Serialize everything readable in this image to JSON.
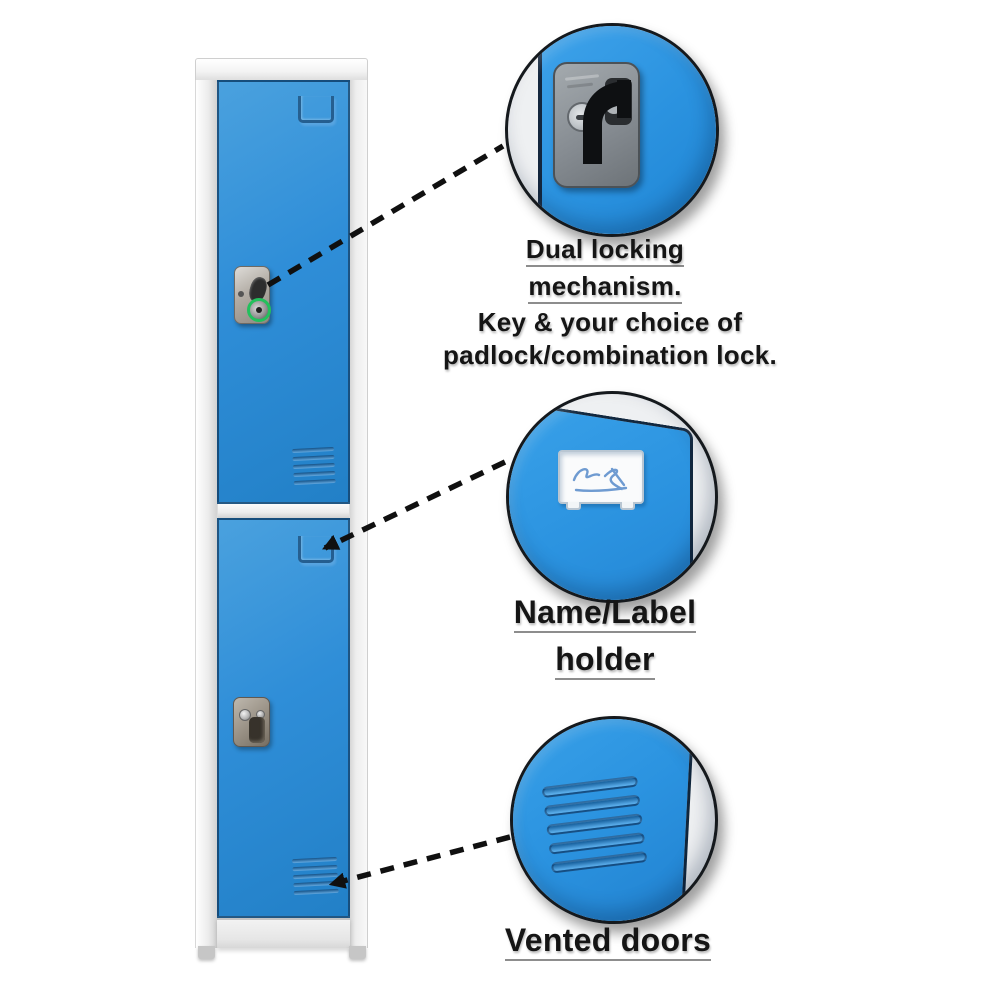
{
  "callouts": {
    "lock": {
      "title_line1": "Dual locking",
      "title_line2": "mechanism.",
      "note_line1": "Key & your choice of",
      "note_line2": "padlock/combination lock."
    },
    "label_holder": {
      "title_line1": "Name/Label",
      "title_line2": "holder"
    },
    "vents": {
      "title_line1": "Vented doors"
    }
  },
  "colors": {
    "door_blue": "#2e8fd6",
    "callout_circle_blue": "#2d9be5",
    "frame_gray": "#f2f2f2",
    "circle_outline": "#15191d",
    "arrow_black": "#101010",
    "key_cylinder_ring_green": "#23c05c",
    "underline_gray": "#8d8d8d",
    "lock_plate_gray": "#868c92"
  }
}
